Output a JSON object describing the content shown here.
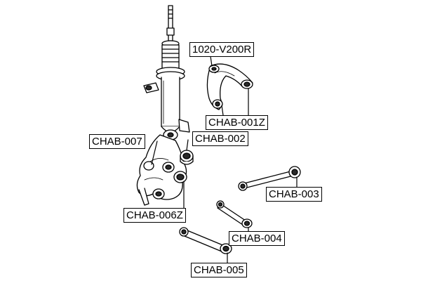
{
  "labels": {
    "upper_arm": "1020-V200R",
    "bush_001z": "CHAB-001Z",
    "bush_007": "CHAB-007",
    "bush_002": "CHAB-002",
    "bush_003": "CHAB-003",
    "bush_006z": "CHAB-006Z",
    "bush_004": "CHAB-004",
    "bush_005": "CHAB-005"
  },
  "colors": {
    "ink": "#000000",
    "background": "#ffffff",
    "metal_fill": "#ffffff",
    "bushing_fill": "#2a2a2a"
  }
}
